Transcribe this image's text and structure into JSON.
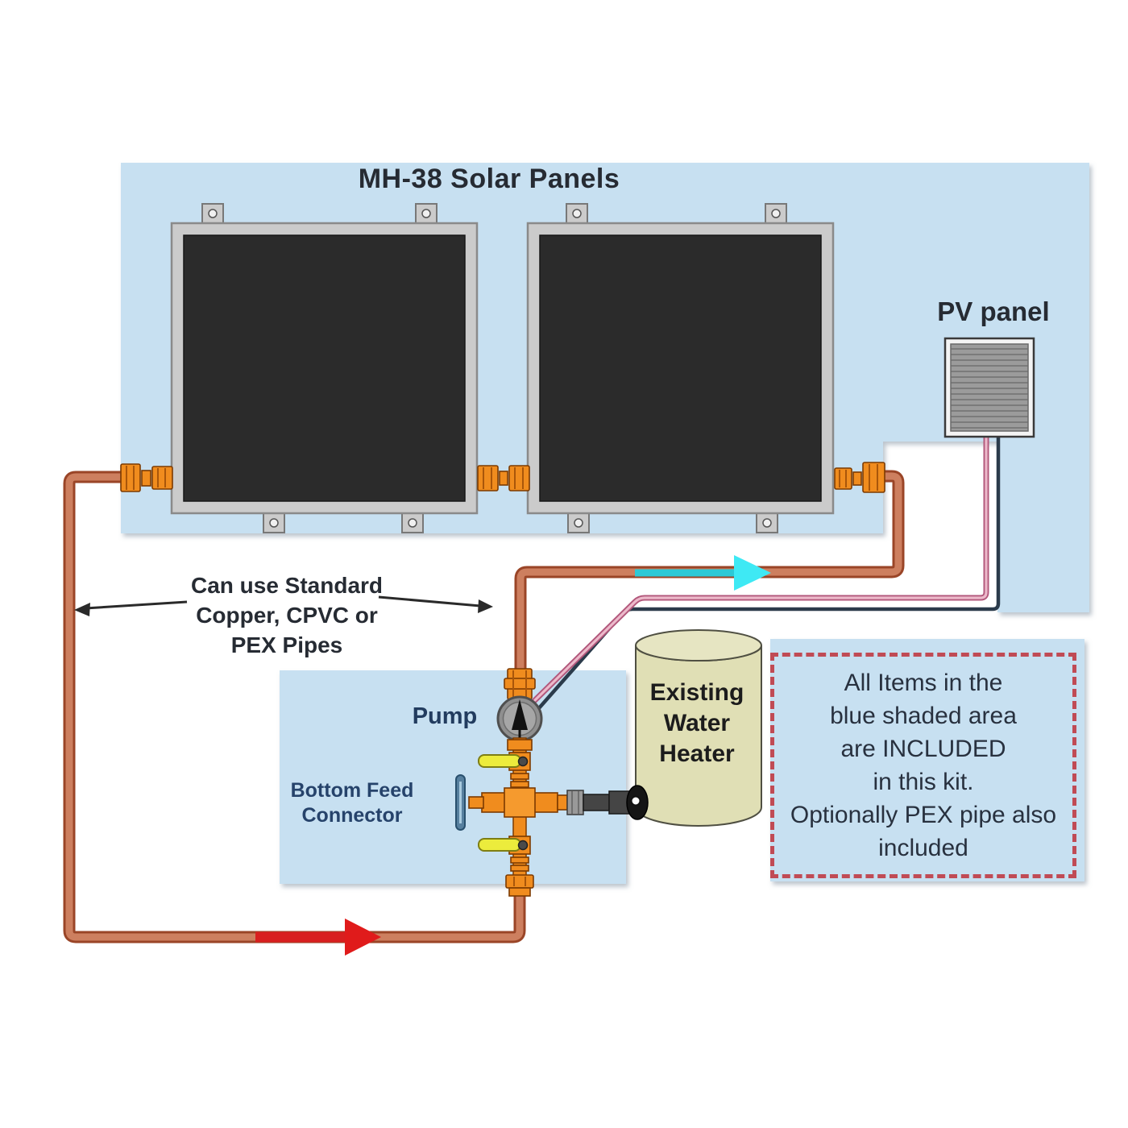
{
  "title": "MH-38 Solar Panels",
  "labels": {
    "pv_panel": "PV panel",
    "pipes_note": "Can use Standard\nCopper, CPVC or\nPEX Pipes",
    "pump": "Pump",
    "bottom_feed": "Bottom Feed\nConnector",
    "water_heater": "Existing\nWater\nHeater",
    "kit_note": "All Items in the\nblue shaded area\nare INCLUDED\nin this kit.\nOptionally PEX pipe also\nincluded"
  },
  "icons": {
    "pump_flow_icon": "up-arrow-in-circle",
    "cold_flow_icon": "right-arrow-cyan",
    "hot_flow_icon": "right-arrow-red",
    "pipes_note_icons": "left-and-right-black-arrows"
  },
  "colors": {
    "blue_shaded_area": "#c7e0f1",
    "copper_pipe_fill": "#cd7f5f",
    "copper_pipe_outline": "#9a4527",
    "brass_fitting": "#f08c1e",
    "cold_flow_arrow": "#3ee9f4",
    "hot_flow_arrow": "#d81f1f",
    "pv_wire_positive": "#ecb9ca",
    "pv_wire_negative": "#2b3b4b",
    "water_heater_tank": "#e0dfb5",
    "kit_box_border": "#c04b55",
    "valve_handle_yellow": "#ecec3c",
    "gate_valve_handle": "#57809f",
    "solar_panel_frame": "#cbcbcb",
    "solar_absorber": "#2b2b2b",
    "pv_panel_fill": "#9b9b9b"
  }
}
